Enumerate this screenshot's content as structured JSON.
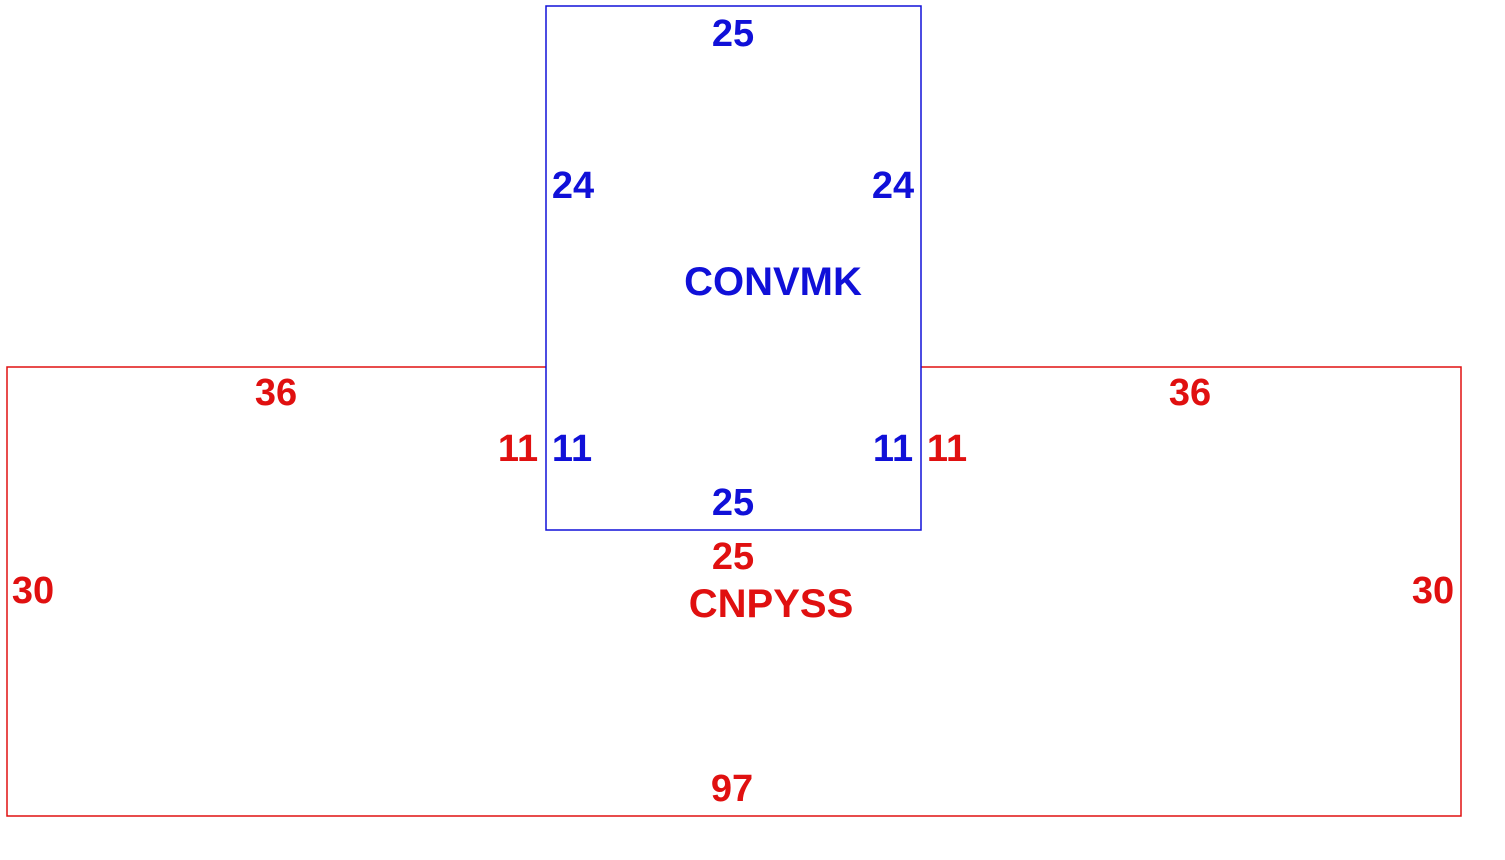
{
  "colors": {
    "blue": "#1010d8",
    "red": "#e01010",
    "background": "#ffffff"
  },
  "blue_shape": {
    "name": "CONVMK",
    "top": "25",
    "left_upper": "24",
    "right_upper": "24",
    "left_lower": "11",
    "right_lower": "11",
    "bottom": "25"
  },
  "red_shape": {
    "name": "CNPYSS",
    "top_left": "36",
    "top_right": "36",
    "inner_left": "11",
    "inner_right": "11",
    "inner_bottom": "25",
    "left": "30",
    "right": "30",
    "bottom": "97"
  }
}
